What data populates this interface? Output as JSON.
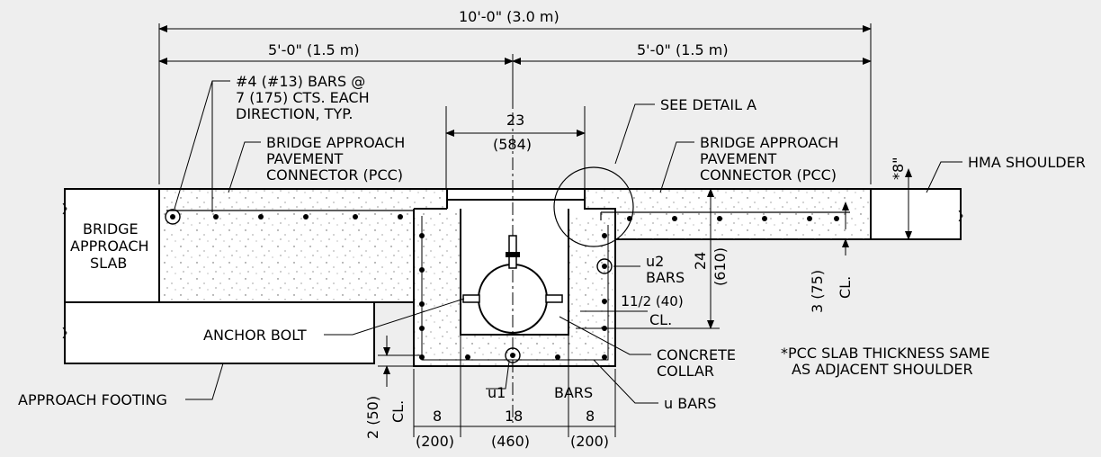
{
  "dims": {
    "overall": "10'-0\" (3.0 m)",
    "left_half": "5'-0\" (1.5 m)",
    "right_half": "5'-0\" (1.5 m)",
    "top_width": "23",
    "top_width_metric": "(584)",
    "depth": "24",
    "depth_metric": "(610)",
    "bottom_left": "8",
    "bottom_left_metric": "(200)",
    "bottom_mid": "18",
    "bottom_mid_metric": "(460)",
    "bottom_right": "8",
    "bottom_right_metric": "(200)",
    "slab_thickness": "*8\"",
    "cl_right": "3 (75)",
    "cl_right_sub": "CL.",
    "cl_bottom": "2 (50)",
    "cl_bottom_sub": "CL.",
    "cover_whole": "1",
    "cover_frac": "1/2 (40)",
    "cover_sub": "CL."
  },
  "labels": {
    "bars_line1": "#4 (#13) BARS @",
    "bars_line2": "7 (175) CTS. EACH",
    "bars_line3": "DIRECTION, TYP.",
    "connector_left_1": "BRIDGE APPROACH",
    "connector_left_2": "PAVEMENT",
    "connector_left_3": "CONNECTOR (PCC)",
    "see_detail": "SEE DETAIL A",
    "connector_right_1": "BRIDGE APPROACH",
    "connector_right_2": "PAVEMENT",
    "connector_right_3": "CONNECTOR (PCC)",
    "hma_shoulder": "HMA SHOULDER",
    "approach_slab_1": "BRIDGE",
    "approach_slab_2": "APPROACH",
    "approach_slab_3": "SLAB",
    "u2_bars_1": "u2",
    "u2_bars_2": "BARS",
    "anchor_bolt": "ANCHOR BOLT",
    "concrete_collar_1": "CONCRETE",
    "concrete_collar_2": "COLLAR",
    "note_1": "*PCC SLAB THICKNESS SAME",
    "note_2": "AS ADJACENT SHOULDER",
    "approach_footing": "APPROACH FOOTING",
    "u1_bars_a": "u1",
    "u1_bars_b": "BARS",
    "u_bars": "u BARS"
  }
}
